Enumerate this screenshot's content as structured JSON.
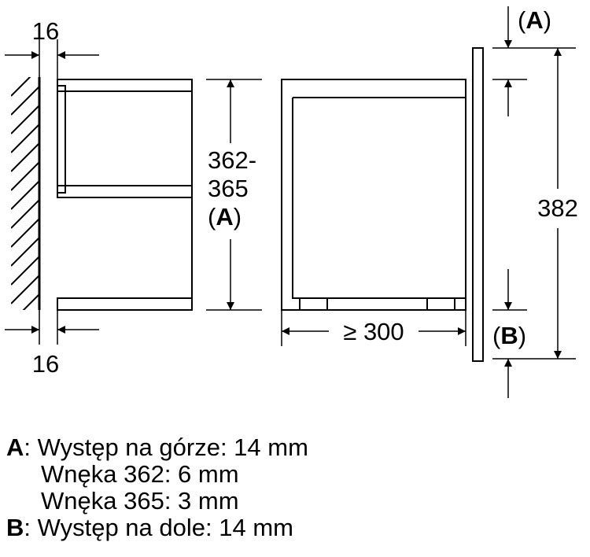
{
  "dimensions": {
    "side_gap_top": "16",
    "side_gap_bottom": "16",
    "niche_height_line1": "362-",
    "niche_height_line2": "365",
    "niche_height_line3_open": "(",
    "niche_height_line3_key": "A",
    "niche_height_line3_close": ")",
    "depth": "≥ 300",
    "panel_height": "382",
    "marker_a_open": "(",
    "marker_a_key": "A",
    "marker_a_close": ")",
    "marker_b_open": "(",
    "marker_b_key": "B",
    "marker_b_close": ")"
  },
  "legend": {
    "a_key": "A",
    "a_text": ": Występ na górze: 14 mm",
    "a_line2": "Wnęka 362: 6 mm",
    "a_line3": "Wnęka 365: 3 mm",
    "b_key": "B",
    "b_text": ": Występ na dole: 14 mm"
  }
}
